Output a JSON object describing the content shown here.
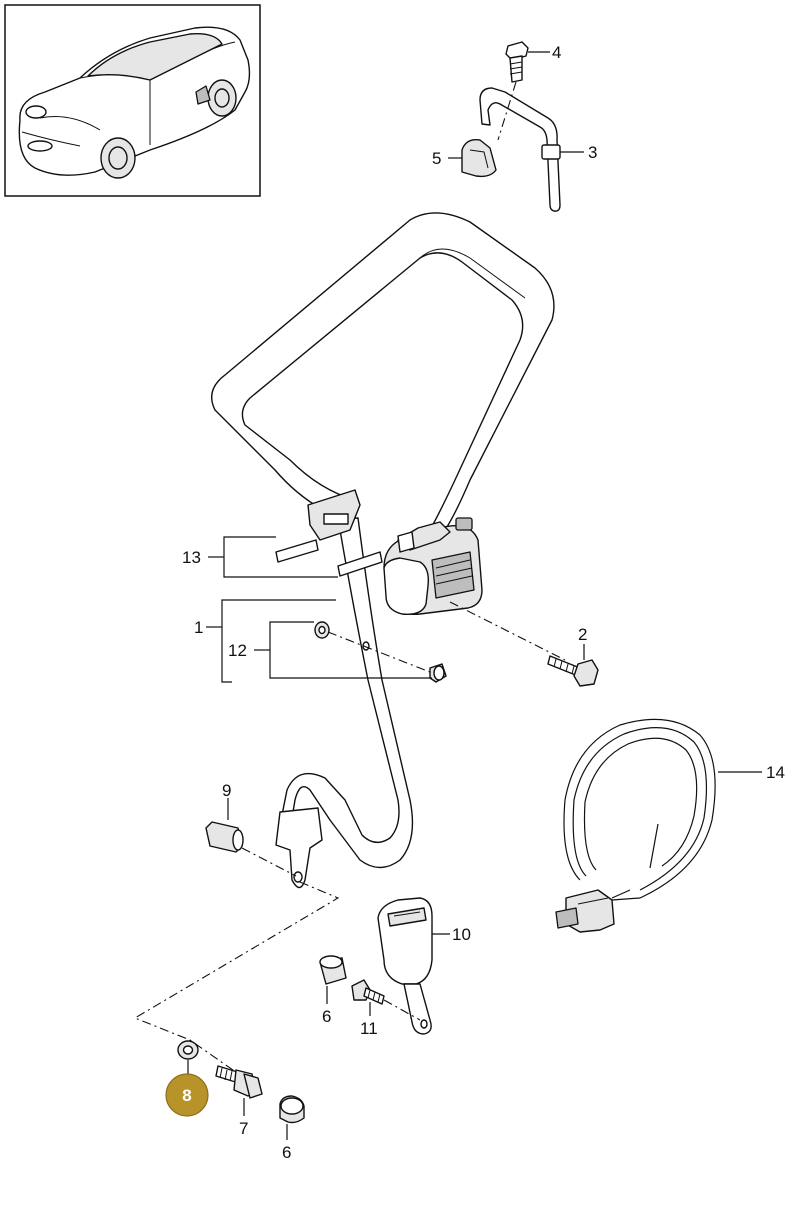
{
  "labels": {
    "l1": "1",
    "l2": "2",
    "l3": "3",
    "l4": "4",
    "l5": "5",
    "l6a": "6",
    "l6b": "6",
    "l7": "7",
    "l8": "8",
    "l9": "9",
    "l10": "10",
    "l11": "11",
    "l12": "12",
    "l13": "13",
    "l14": "14"
  },
  "colors": {
    "highlight_badge": "#b8932a",
    "line": "#111111",
    "background": "#ffffff"
  },
  "highlighted_part": "8",
  "icons": [
    "car-thumbnail-icon"
  ]
}
